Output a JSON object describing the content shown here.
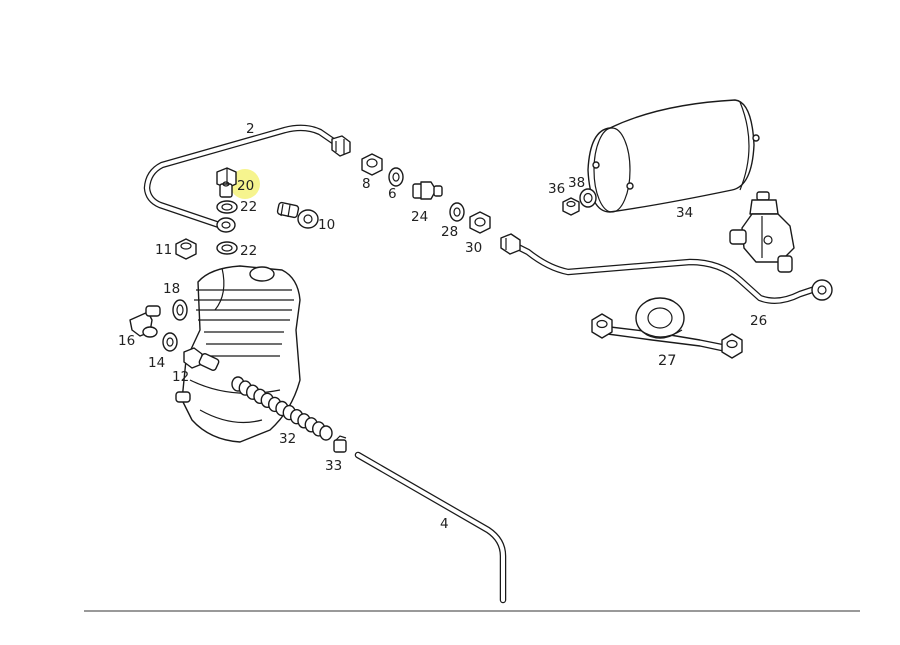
{
  "diagram": {
    "highlight_color": "#f4f27a",
    "line_color": "#1a1a1a",
    "highlighted_part": "20",
    "labels": {
      "p2": "2",
      "p4": "4",
      "p6": "6",
      "p8": "8",
      "p10": "10",
      "p11": "11",
      "p12": "12",
      "p14": "14",
      "p16": "16",
      "p18": "18",
      "p20": "20",
      "p22a": "22",
      "p22b": "22",
      "p24": "24",
      "p26": "26",
      "p27": "27",
      "p28": "28",
      "p30": "30",
      "p32": "32",
      "p33": "33",
      "p34": "34",
      "p36": "36",
      "p38": "38"
    }
  }
}
